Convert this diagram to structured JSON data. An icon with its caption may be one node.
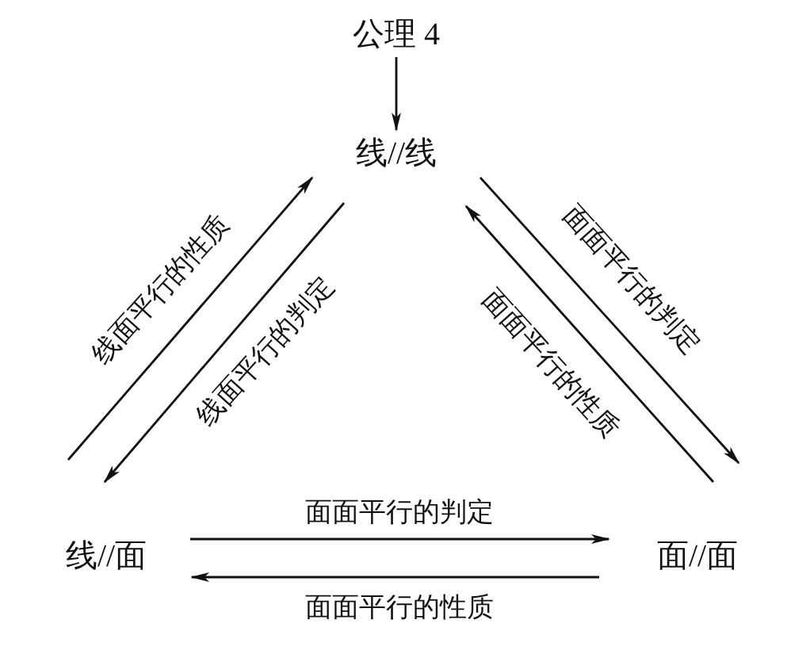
{
  "diagram": {
    "nodes": [
      {
        "text": [
          "公理 4"
        ]
      },
      {
        "text": [
          "线//线"
        ]
      },
      {
        "text": [
          "线//面"
        ]
      },
      {
        "text": [
          "面//面"
        ]
      }
    ],
    "edges": [
      {
        "from": 0,
        "to": 1,
        "arrow": "to"
      },
      {
        "from": 2,
        "to": 1,
        "arrow": "to",
        "label": "线面平行的性质"
      },
      {
        "from": 1,
        "to": 2,
        "arrow": "to",
        "label": "线面平行的判定"
      },
      {
        "from": 1,
        "to": 3,
        "arrow": "to",
        "label": "面面平行的判定"
      },
      {
        "from": 3,
        "to": 1,
        "arrow": "to",
        "label": "面面平行的性质"
      },
      {
        "from": 2,
        "to": 3,
        "arrow": "to",
        "label": "面面平行的判定"
      },
      {
        "from": 3,
        "to": 2,
        "arrow": "to",
        "label": "面面平行的性质"
      }
    ]
  }
}
